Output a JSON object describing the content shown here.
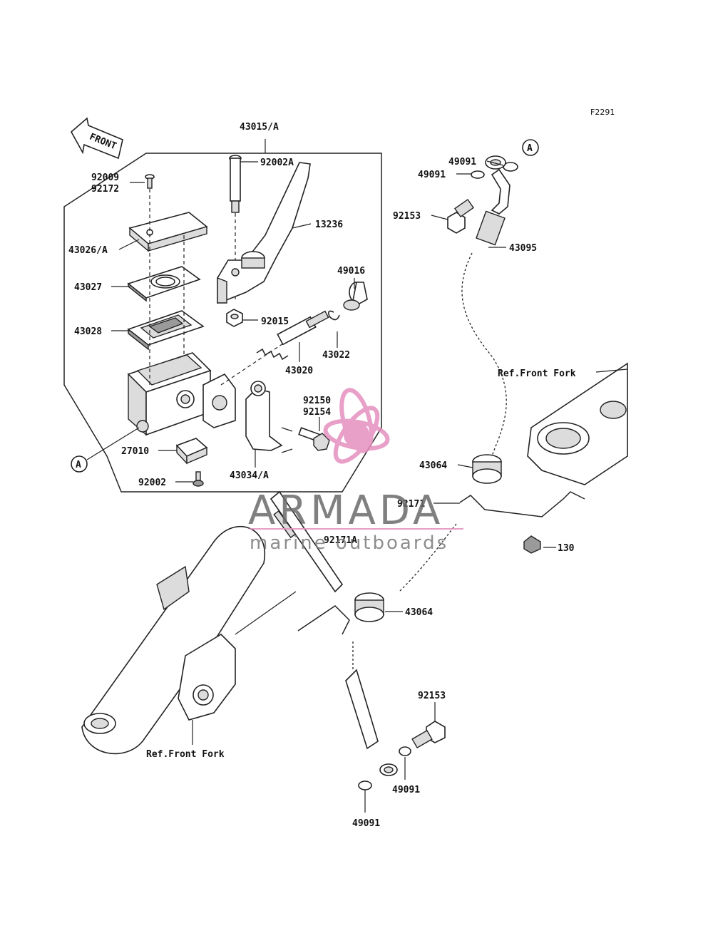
{
  "figure_code": "F2291",
  "front_arrow_label": "FRONT",
  "callout_A": "A",
  "refs": {
    "front_fork_top": "Ref.Front Fork",
    "front_fork_bottom": "Ref.Front Fork"
  },
  "parts": [
    {
      "id": "43015_A",
      "label": "43015/A"
    },
    {
      "id": "92002A",
      "label": "92002A"
    },
    {
      "id": "13236",
      "label": "13236"
    },
    {
      "id": "92009",
      "label": "92009"
    },
    {
      "id": "92172",
      "label": "92172"
    },
    {
      "id": "43026_A",
      "label": "43026/A"
    },
    {
      "id": "43027",
      "label": "43027"
    },
    {
      "id": "43028",
      "label": "43028"
    },
    {
      "id": "49016",
      "label": "49016"
    },
    {
      "id": "92015",
      "label": "92015"
    },
    {
      "id": "43022",
      "label": "43022"
    },
    {
      "id": "43020",
      "label": "43020"
    },
    {
      "id": "92150",
      "label": "92150"
    },
    {
      "id": "92154",
      "label": "92154"
    },
    {
      "id": "27010",
      "label": "27010"
    },
    {
      "id": "43034_A",
      "label": "43034/A"
    },
    {
      "id": "92002",
      "label": "92002"
    },
    {
      "id": "49091_a",
      "label": "49091"
    },
    {
      "id": "49091_b",
      "label": "49091"
    },
    {
      "id": "92153_top",
      "label": "92153"
    },
    {
      "id": "43095",
      "label": "43095"
    },
    {
      "id": "43064_top",
      "label": "43064"
    },
    {
      "id": "92171",
      "label": "92171"
    },
    {
      "id": "92171A",
      "label": "92171A"
    },
    {
      "id": "130",
      "label": "130"
    },
    {
      "id": "43064_bottom",
      "label": "43064"
    },
    {
      "id": "92153_bottom",
      "label": "92153"
    },
    {
      "id": "49091_c",
      "label": "49091"
    },
    {
      "id": "49091_d",
      "label": "49091"
    }
  ],
  "watermark": {
    "brand": "ARMADA",
    "tagline": "marine outboards",
    "accent_color": "#e58fbf",
    "text_color": "#6b6b6b"
  }
}
